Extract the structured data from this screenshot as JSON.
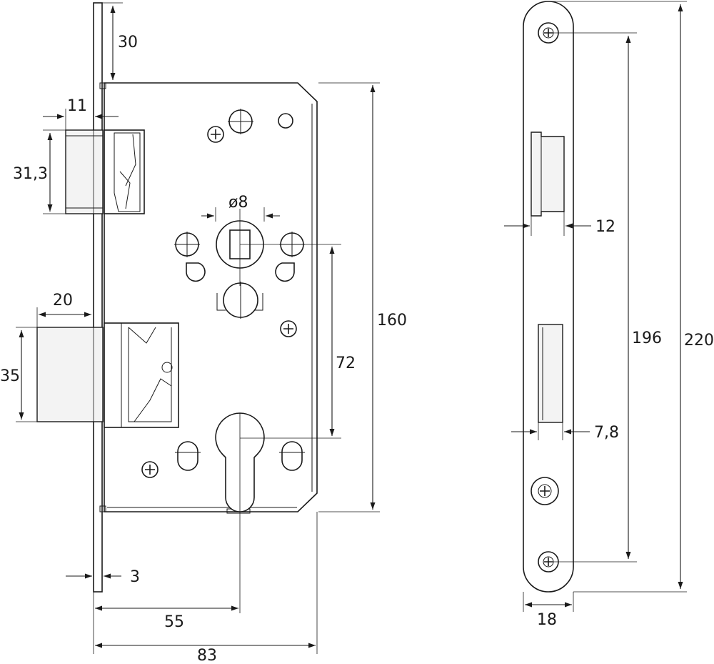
{
  "diagram": {
    "views": [
      "lock-body-side-view",
      "faceplate-front-view"
    ],
    "dimensions": {
      "backset_top": "30",
      "forend_offset": "11",
      "latch_height": "31,3",
      "spindle": "ø8",
      "latch_throw": "20",
      "bolt_height": "35",
      "body_height": "160",
      "spindle_to_cylinder": "72",
      "forend_thickness": "3",
      "backset": "55",
      "body_depth": "83",
      "latch_opening_width": "12",
      "bolt_opening_width": "7,8",
      "screw_distance": "196",
      "faceplate_length": "220",
      "faceplate_width": "18"
    }
  }
}
